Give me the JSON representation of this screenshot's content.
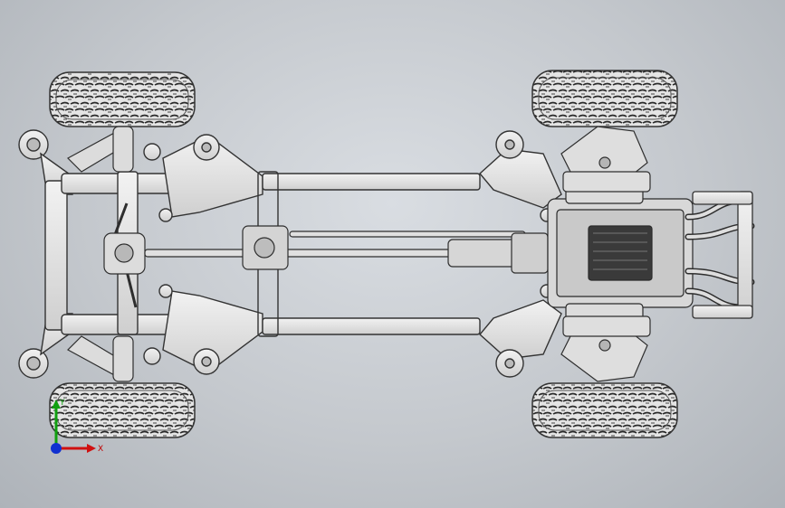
{
  "viewport": {
    "background_top": "#d9dde2",
    "background_bottom": "#aeb3b9"
  },
  "model": {
    "description_icon": "vehicle-chassis-top-view",
    "metal_color": "#e6e6e6",
    "edge_color": "#3a3a3a",
    "tire_color": "#d0d0d0"
  },
  "triad": {
    "x_label": "X",
    "y_label": "Y",
    "x_color": "#d01010",
    "y_color": "#10a010",
    "z_color": "#1030d0"
  }
}
